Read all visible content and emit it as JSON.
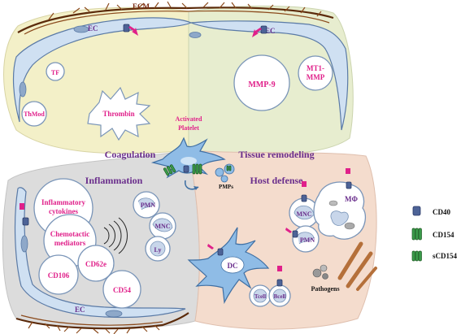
{
  "labels": {
    "ecm": "ECM",
    "ec_top_left": "EC",
    "ec_top_right": "EC",
    "ec_bottom": "EC",
    "tf": "TF",
    "thmod": "ThMod",
    "thrombin": "Thrombin",
    "mmp9": "MMP-9",
    "mt1mmp_line1": "MT1-",
    "mt1mmp_line2": "MMP",
    "activated_platelet_line1": "Activated",
    "activated_platelet_line2": "Platelet",
    "pmps": "PMPs",
    "inflammatory_cytokines_line1": "Inflammatory",
    "inflammatory_cytokines_line2": "cytokines",
    "chemotactic_mediators_line1": "Chemotactic",
    "chemotactic_mediators_line2": "mediators",
    "cd106": "CD106",
    "cd62e": "CD62e",
    "cd54": "CD54",
    "pmn_left": "PMN",
    "mnc_left": "MNC",
    "ly": "Ly",
    "mnc_right": "MNC",
    "pmn_right": "PMN",
    "macrophage": "MΦ",
    "dc": "DC",
    "tcell": "Tcell",
    "bcell": "Bcell",
    "pathogens": "Pathogens"
  },
  "regions": {
    "coagulation": "Coagulation",
    "tissue_remodeling": "Tissue remodeling",
    "inflammation": "Inflammation",
    "host_defense": "Host defense"
  },
  "legend": {
    "cd40": "CD40",
    "cd154": "CD154",
    "scd154": "sCD154"
  },
  "colors": {
    "coagulation_region": "#f3f0c8",
    "tissue_remodeling_region": "#e7edcf",
    "inflammation_region": "#dcdcdc",
    "host_defense_region": "#f4dccd",
    "label_pink": "#e0208a",
    "label_purple": "#6a2e8c",
    "cd40_blue": "#4d6397",
    "cd154_green": "#3a9a4a"
  }
}
